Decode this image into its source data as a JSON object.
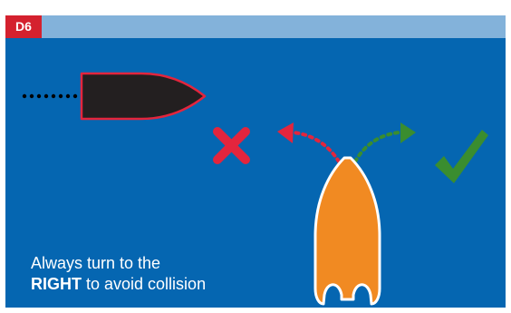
{
  "badge": {
    "label": "D6"
  },
  "caption": {
    "line1": "Always turn to the",
    "line2_bold": "RIGHT",
    "line2_rest": " to avoid collision"
  },
  "icons": {
    "wrong": "cross-icon",
    "right": "check-icon"
  },
  "colors": {
    "panel": "#0566b1",
    "header": "#83b2da",
    "badge": "#d4212e",
    "wrong": "#e3253d",
    "right": "#3a8d2f",
    "own_boat": "#f18a22",
    "other_boat": "#231f20"
  }
}
